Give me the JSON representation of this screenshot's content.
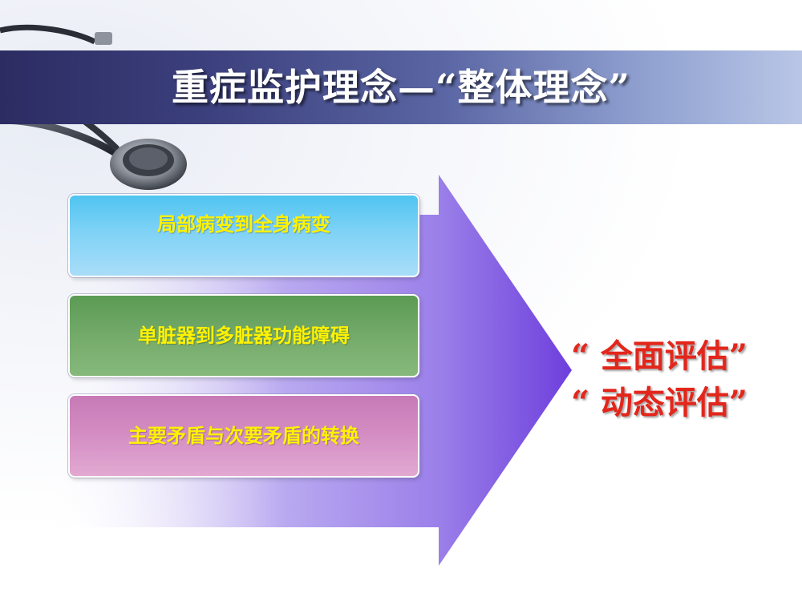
{
  "slide": {
    "title": "重症监护理念—“整体理念”",
    "items": [
      {
        "label": "局部病变到全身病变",
        "color": "#7fd2f6"
      },
      {
        "label": "单脏器到多脏器功能障碍",
        "color": "#74aa6a"
      },
      {
        "label": "主要矛盾与次要矛盾的转换",
        "color": "#d48ec3"
      }
    ],
    "results": [
      "“ 全面评估”",
      "“ 动态评估”"
    ],
    "colors": {
      "item_text": "#fff200",
      "result_text": "#e3261b",
      "arrow": "#7b52e0",
      "title_band": "#3b3f7c"
    },
    "icons": [
      "stethoscope-icon",
      "arrow-shape"
    ]
  }
}
